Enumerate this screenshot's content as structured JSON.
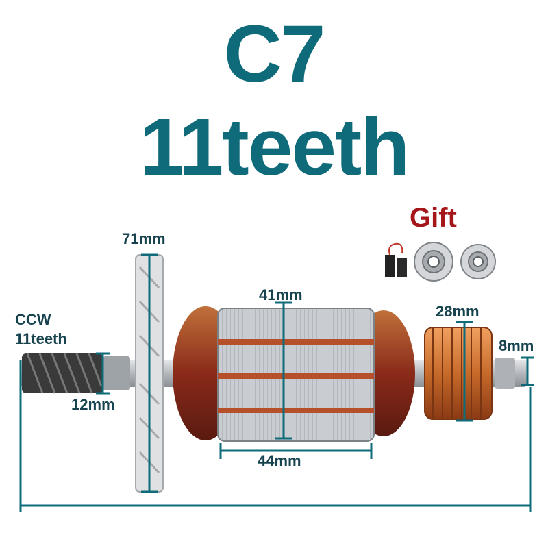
{
  "heading": {
    "model": "C7",
    "teeth": "11teeth"
  },
  "gift": {
    "label": "Gift"
  },
  "dimensions": {
    "fan_diameter": "71mm",
    "rotation": "CCW",
    "gear_teeth": "11teeth",
    "gear_diameter": "12mm",
    "core_diameter": "41mm",
    "core_length": "44mm",
    "commutator_diameter": "28mm",
    "shaft_diameter": "8mm"
  },
  "colors": {
    "accent": "#0f6b7a",
    "gift": "#a4161a",
    "copper": "#8a2a1a",
    "steel": "#b9bcbf"
  }
}
